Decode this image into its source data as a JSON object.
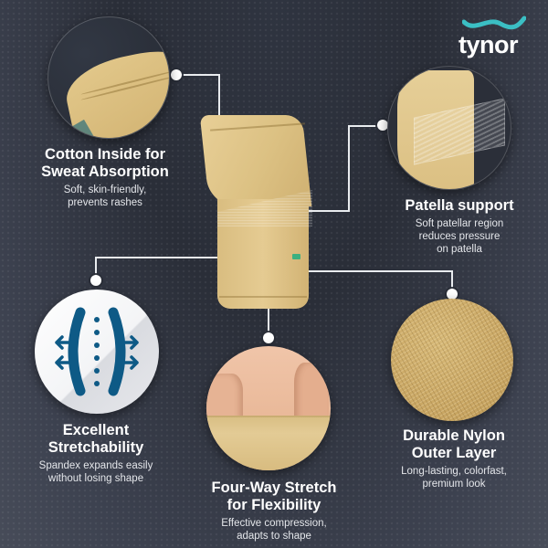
{
  "brand": {
    "logo_text": "tynor",
    "logo_wave_color": "#3bbfc4"
  },
  "colors": {
    "background": "#2c3039",
    "connector": "#e9ecef",
    "product_beige": "#dcc183",
    "icon_blue": "#0e5a86",
    "tag_green": "#3bb080"
  },
  "product": {
    "name": "knee-sleeve"
  },
  "features": [
    {
      "id": "cotton",
      "title_line1": "Cotton Inside for",
      "title_line2": "Sweat Absorption",
      "desc_line1": "Soft, skin-friendly,",
      "desc_line2": "prevents rashes",
      "image": "fabric-cuff-closeup"
    },
    {
      "id": "patella",
      "title_line1": "Patella support",
      "desc_line1": "Soft patellar region",
      "desc_line2": "reduces pressure",
      "desc_line3": "on patella",
      "image": "patella-mesh-closeup"
    },
    {
      "id": "stretch",
      "title_line1": "Excellent",
      "title_line2": "Stretchability",
      "desc_line1": "Spandex expands easily",
      "desc_line2": "without losing shape",
      "image": "stretch-expand-icon"
    },
    {
      "id": "fourway",
      "title_line1": "Four-Way Stretch",
      "title_line2": "for Flexibility",
      "desc_line1": "Effective compression,",
      "desc_line2": "adapts to shape",
      "image": "hands-pulling-sleeve"
    },
    {
      "id": "nylon",
      "title_line1": "Durable Nylon",
      "title_line2": "Outer Layer",
      "desc_line1": "Long-lasting, colorfast,",
      "desc_line2": "premium look",
      "image": "nylon-weave-texture"
    }
  ]
}
